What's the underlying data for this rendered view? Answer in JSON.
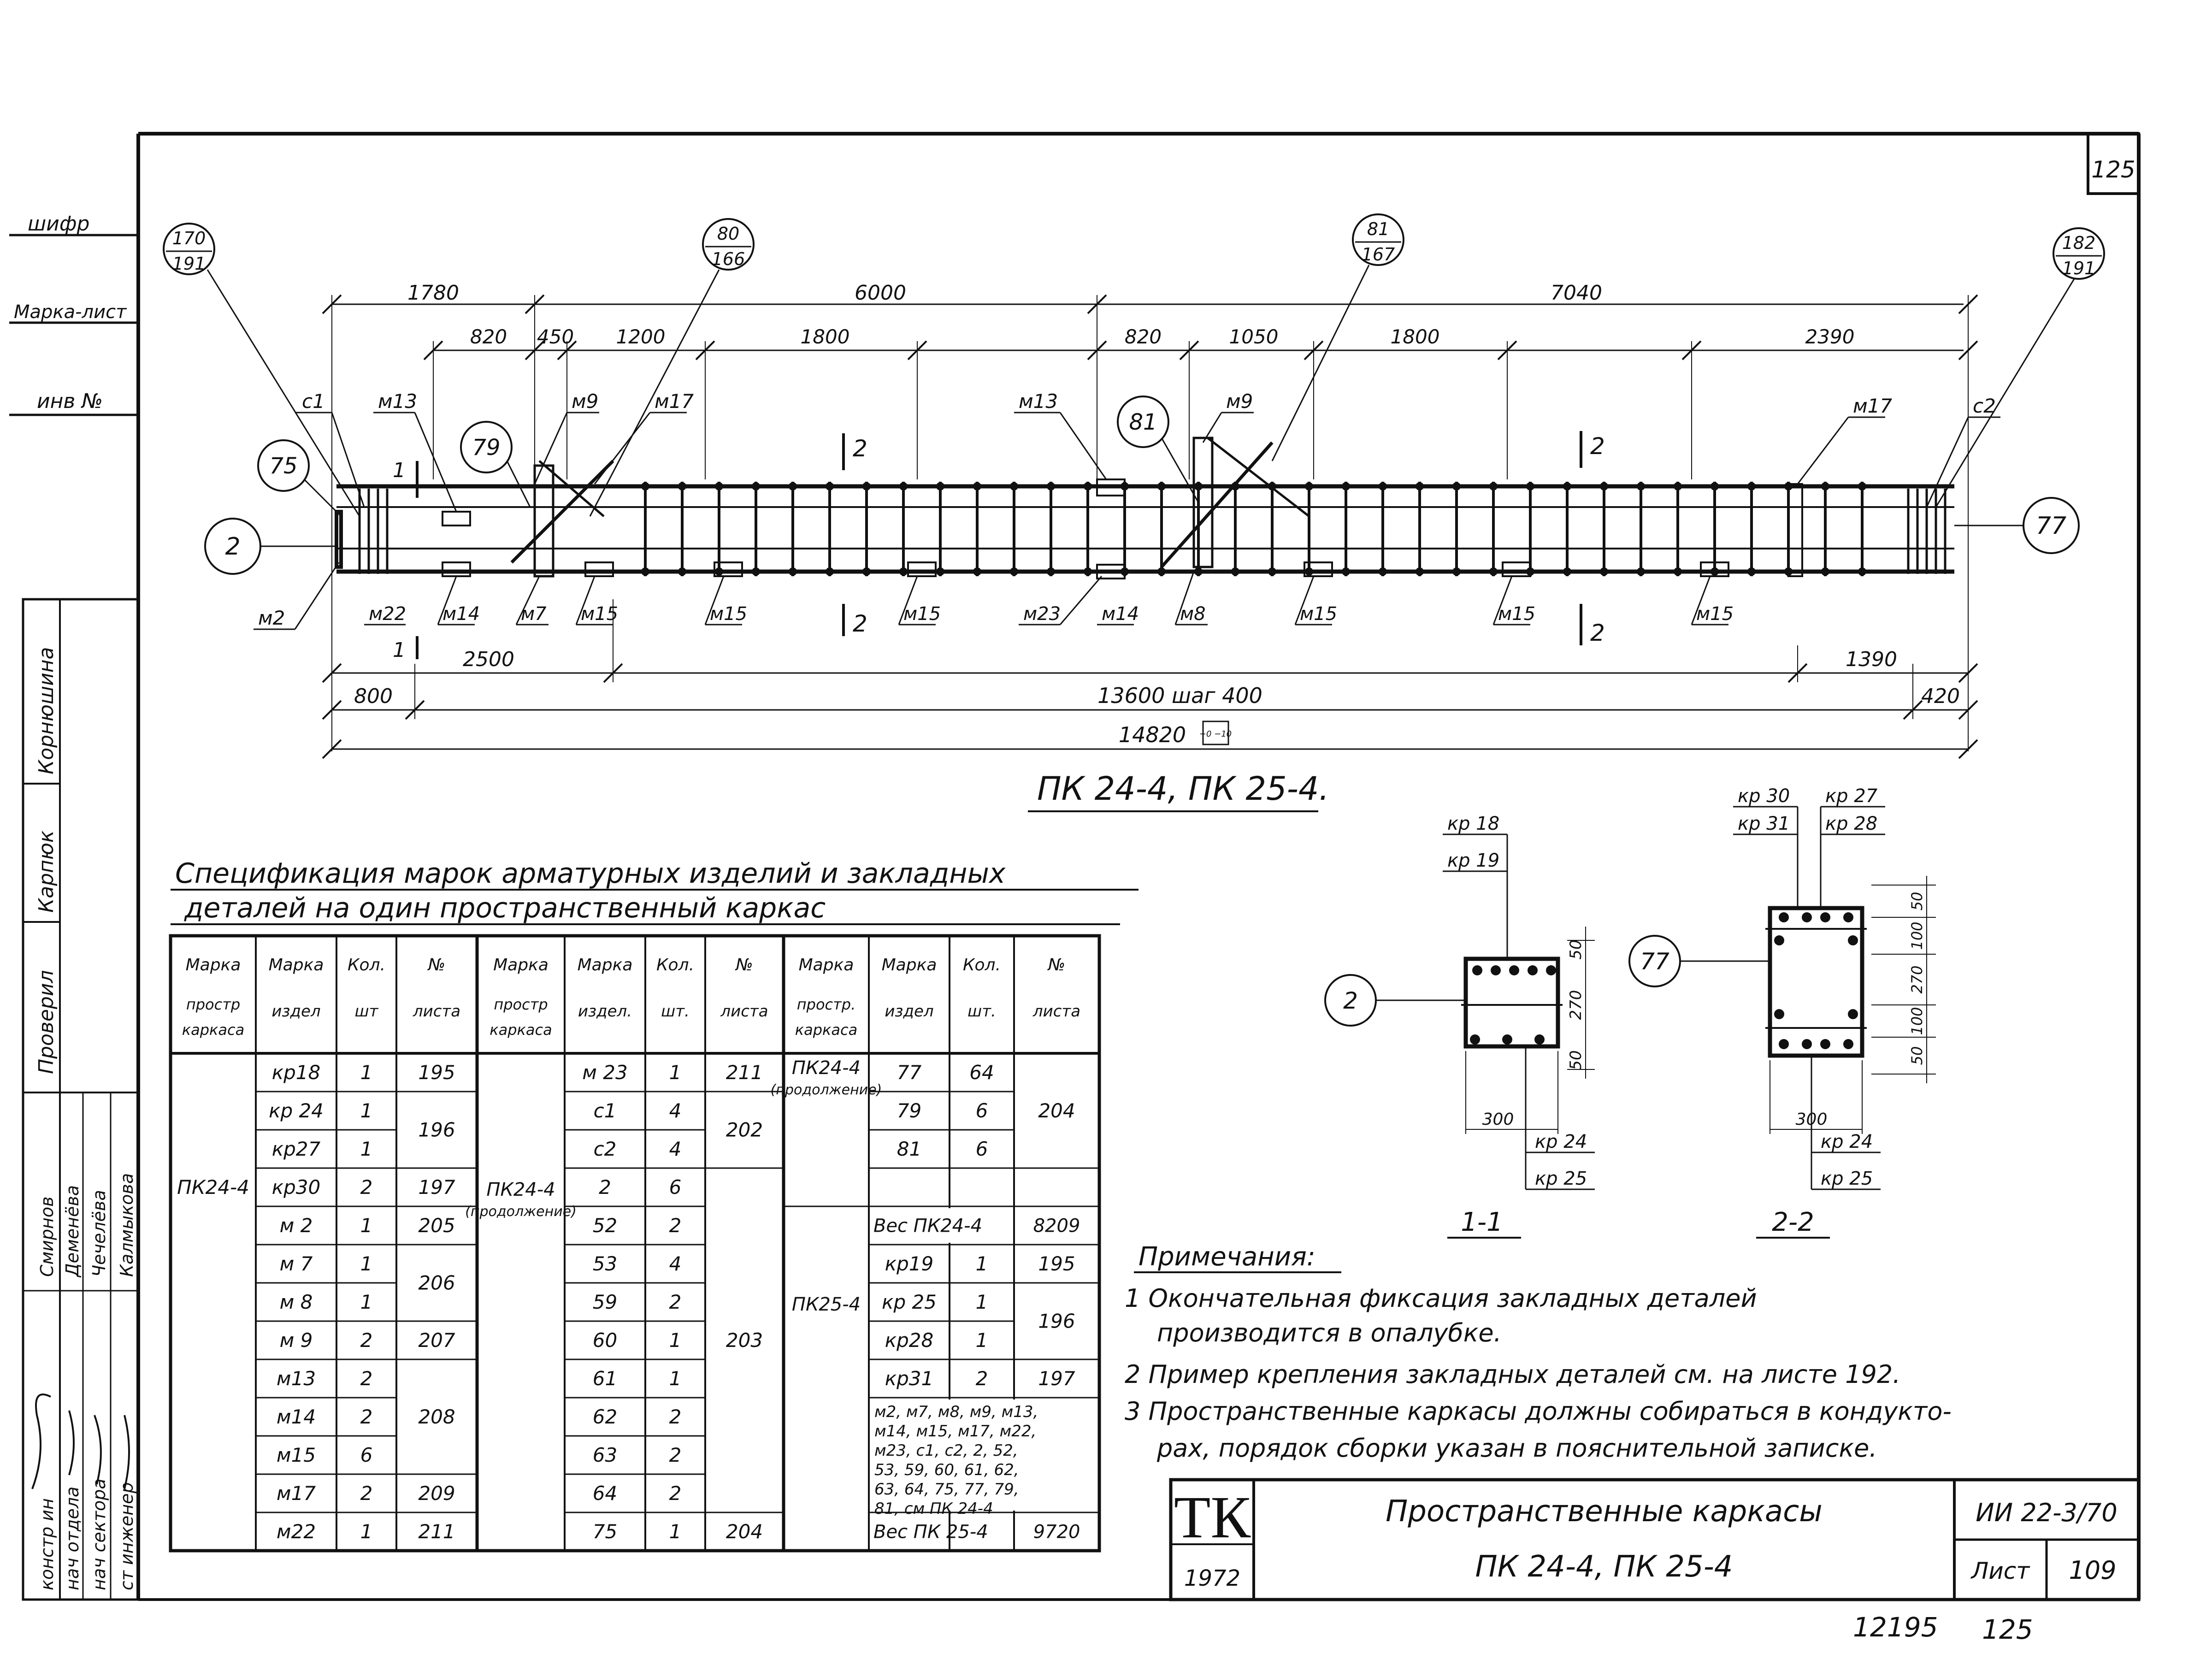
{
  "sheet_corner_number": "125",
  "left_stamp": {
    "shifr": "шифр",
    "marka_list": "Марка-лист",
    "inv_no": "инв №",
    "rows": [
      {
        "role": "констр ин",
        "name": "Смирнов"
      },
      {
        "role": "нач отдела",
        "name": "Деменёва"
      },
      {
        "role": "нач сектора",
        "name": "Чечелёва"
      },
      {
        "role": "ст инженер",
        "name": "Калмыкова"
      }
    ],
    "checked_label": "Проверил",
    "checked_name": "Корнюшина"
  },
  "dimensions": {
    "top": [
      "1780",
      "6000",
      "7040"
    ],
    "second": [
      "820",
      "450",
      "1200",
      "1800",
      "820",
      "1050",
      "1800",
      "2390"
    ],
    "bottom": [
      "2500",
      "1390",
      "800",
      "13600 шаг 400",
      "420",
      "14820"
    ],
    "tolerance": "+0 −10"
  },
  "callouts": [
    {
      "top": "170",
      "bottom": "191"
    },
    {
      "top": "80",
      "bottom": "166"
    },
    {
      "top": "81",
      "bottom": "167"
    },
    {
      "top": "182",
      "bottom": "191"
    }
  ],
  "circles": [
    "75",
    "79",
    "81",
    "2",
    "77"
  ],
  "top_marks": [
    "c1",
    "м13",
    "м9",
    "м17",
    "м13",
    "м9",
    "м17",
    "c2"
  ],
  "bottom_marks": [
    "м2",
    "м22",
    "м14",
    "м7",
    "м15",
    "м15",
    "м15",
    "м23",
    "м14",
    "м8",
    "м15",
    "м15",
    "м15"
  ],
  "section_marks": [
    "1",
    "1",
    "2",
    "2",
    "2",
    "2"
  ],
  "elevation_title": "ПК 24-4, ПК 25-4.",
  "section_1_1": {
    "circle": "2",
    "labels": [
      "кр 18",
      "кр 19",
      "кр 24",
      "кр 25"
    ],
    "dims": [
      "50",
      "270",
      "50",
      "300"
    ],
    "title": "1-1"
  },
  "section_2_2": {
    "circle": "77",
    "labels": [
      "кр 30",
      "кр 27",
      "кр 31",
      "кр 28",
      "кр 24",
      "кр 25"
    ],
    "dims": [
      "50",
      "100",
      "270",
      "100",
      "50",
      "300"
    ],
    "title": "2-2"
  },
  "spec": {
    "title_line1": "Спецификация марок арматурных изделий и закладных",
    "title_line2": "деталей на один пространственный каркас",
    "headers": [
      [
        "Марка",
        "простр каркаса"
      ],
      [
        "Марка",
        "издел"
      ],
      [
        "Кол.",
        "шт"
      ],
      [
        "№",
        "листа"
      ],
      [
        "Марка",
        "простр каркаса"
      ],
      [
        "Марка",
        "издел."
      ],
      [
        "Кол.",
        "шт."
      ],
      [
        "№",
        "листа"
      ],
      [
        "Марка",
        "простр. каркаса"
      ],
      [
        "Марка",
        "издел"
      ],
      [
        "Кол.",
        "шт."
      ],
      [
        "№",
        "листа"
      ]
    ],
    "col1_frame": "ПК24-4",
    "col1_rows": [
      [
        "кр18",
        "1",
        "195"
      ],
      [
        "кр 24",
        "1",
        ""
      ],
      [
        "кр27",
        "1",
        ""
      ],
      [
        "кр30",
        "2",
        "197"
      ],
      [
        "м 2",
        "1",
        "205"
      ],
      [
        "м 7",
        "1",
        ""
      ],
      [
        "м 8",
        "1",
        ""
      ],
      [
        "м 9",
        "2",
        "207"
      ],
      [
        "м13",
        "2",
        ""
      ],
      [
        "м14",
        "2",
        ""
      ],
      [
        "м15",
        "6",
        ""
      ],
      [
        "м17",
        "2",
        "209"
      ],
      [
        "м22",
        "1",
        "211"
      ]
    ],
    "col1_merged": [
      {
        "text": "196",
        "rows": [
          1,
          2
        ]
      },
      {
        "text": "206",
        "rows": [
          5,
          6
        ]
      },
      {
        "text": "208",
        "rows": [
          8,
          10
        ]
      }
    ],
    "col2_frame": "ПК24-4 (продолжение)",
    "col2_rows": [
      [
        "м 23",
        "1",
        "211"
      ],
      [
        "с1",
        "4",
        ""
      ],
      [
        "с2",
        "4",
        ""
      ],
      [
        "2",
        "6",
        ""
      ],
      [
        "52",
        "2",
        ""
      ],
      [
        "53",
        "4",
        ""
      ],
      [
        "59",
        "2",
        ""
      ],
      [
        "60",
        "1",
        ""
      ],
      [
        "61",
        "1",
        ""
      ],
      [
        "62",
        "2",
        ""
      ],
      [
        "63",
        "2",
        ""
      ],
      [
        "64",
        "2",
        ""
      ],
      [
        "75",
        "1",
        "204"
      ]
    ],
    "col2_merged": [
      {
        "text": "202",
        "rows": [
          1,
          2
        ]
      },
      {
        "text": "203",
        "rows": [
          3,
          11
        ]
      }
    ],
    "col3_frame_a": "ПК24-4 (продолжение)",
    "col3_rows_a": [
      [
        "77",
        "64",
        ""
      ],
      [
        "79",
        "6",
        ""
      ],
      [
        "81",
        "6",
        ""
      ],
      [
        "",
        "",
        ""
      ]
    ],
    "col3_merged_a": {
      "text": "204",
      "rows": [
        0,
        2
      ]
    },
    "weight_24": "Вес ПК24-4",
    "weight_24_val": "8209",
    "col3_frame_b": "ПК25-4",
    "col3_rows_b": [
      [
        "кр19",
        "1",
        "195"
      ],
      [
        "кр 25",
        "1",
        ""
      ],
      [
        "кр28",
        "1",
        ""
      ],
      [
        "кр31",
        "2",
        "197"
      ]
    ],
    "col3_merged_b": {
      "text": "196",
      "rows": [
        1,
        2
      ]
    },
    "col3_note": "м2, м7, м8, м9, м13, м14, м15, м17, м22, м23, с1, с2, 2, 52, 53, 59, 60, 61, 62, 63, 64, 75, 77, 79, 81, см ПК 24-4",
    "weight_25": "Вес ПК 25-4",
    "weight_25_val": "9720"
  },
  "notes": {
    "title": "Примечания:",
    "items": [
      "1 Окончательная фиксация закладных деталей",
      "производится в опалубке.",
      "2 Пример крепления закладных деталей см. на листе 192.",
      "3 Пространственные каркасы должны собираться в кондукто-",
      "рах, порядок сборки указан в пояснительной записке."
    ]
  },
  "title_block": {
    "logo": "ТК",
    "year": "1972",
    "title1": "Пространственные каркасы",
    "title2": "ПК 24-4, ПК 25-4",
    "code": "ИИ 22-3/70",
    "sheet_label": "Лист",
    "sheet_no": "109"
  },
  "footer_left": "12195",
  "footer_right": "125"
}
